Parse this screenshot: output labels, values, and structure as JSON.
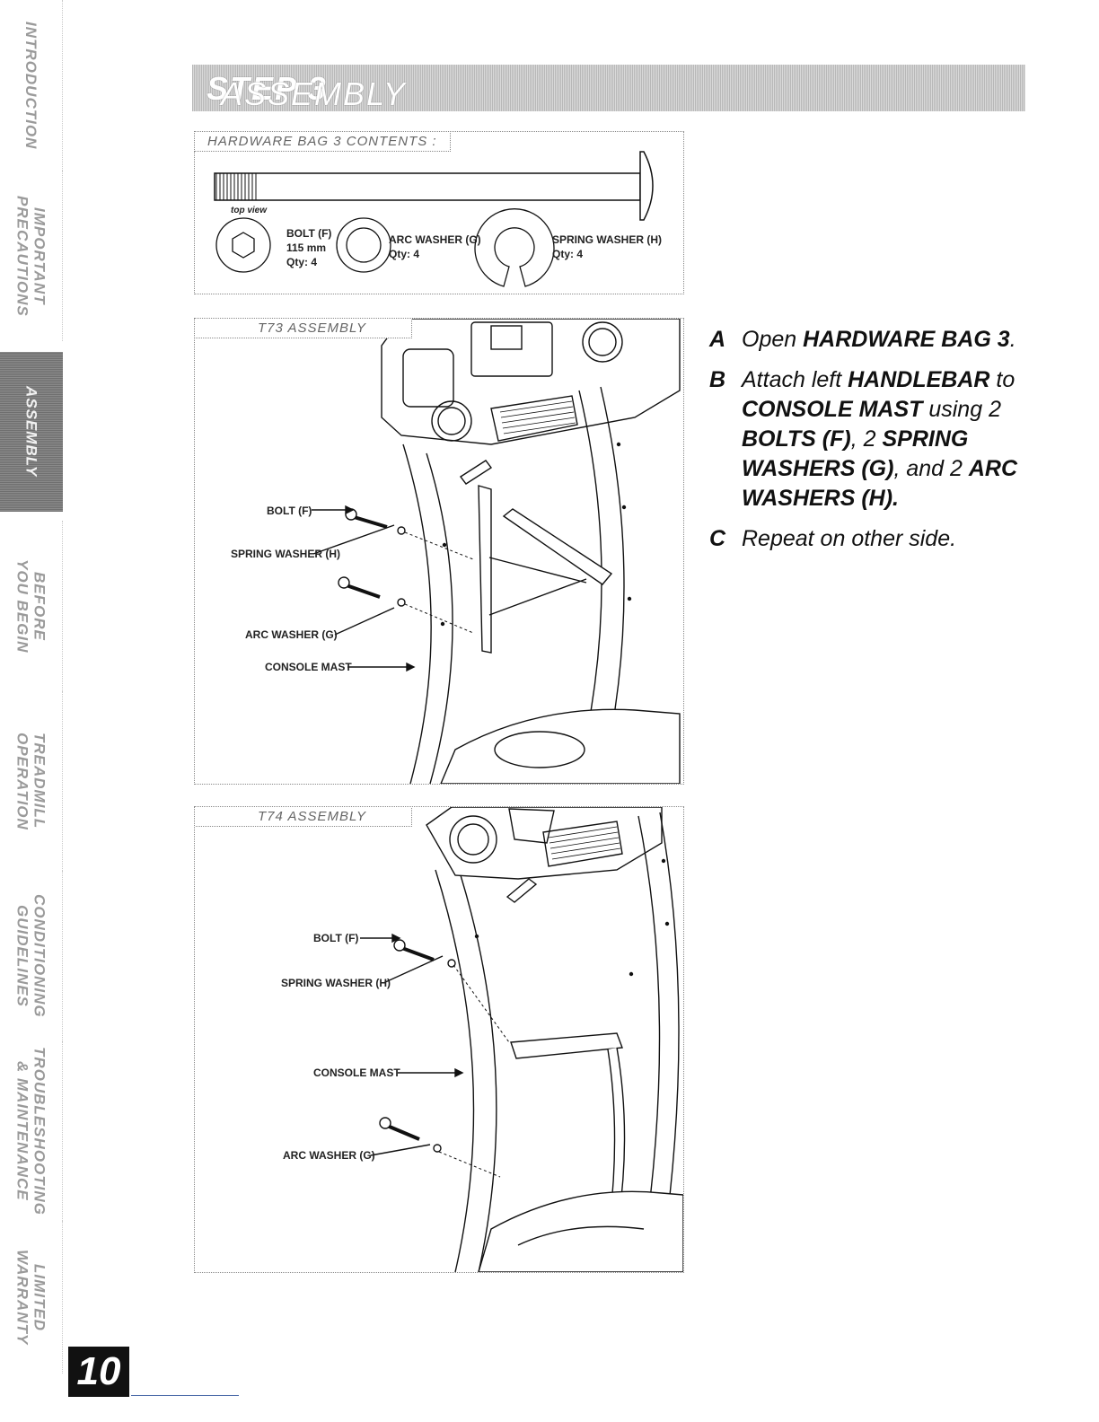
{
  "nav": {
    "tabs": [
      {
        "label": "INTRODUCTION",
        "active": false
      },
      {
        "label": "IMPORTANT\nPRECAUTIONS",
        "active": false
      },
      {
        "label": "ASSEMBLY",
        "active": true
      },
      {
        "label": "BEFORE\nYOU BEGIN",
        "active": false
      },
      {
        "label": "TREADMILL\nOPERATION",
        "active": false
      },
      {
        "label": "CONDITIONING\nGUIDELINES",
        "active": false
      },
      {
        "label": "TROUBLESHOOTING\n& MAINTENANCE",
        "active": false
      },
      {
        "label": "LIMITED\nWARRANTY",
        "active": false
      }
    ]
  },
  "page_number": "10",
  "title": {
    "part1": "ASSEMBLY",
    "part2": "STEP 3"
  },
  "hardware": {
    "label": "HARDWARE BAG 3 CONTENTS :",
    "top_view": "top view",
    "bolt_name": "BOLT (F)",
    "bolt_size": "115 mm",
    "bolt_qty": "Qty: 4",
    "arc_name": "ARC WASHER (G)",
    "arc_qty": "Qty: 4",
    "spring_name": "SPRING WASHER (H)",
    "spring_qty": "Qty: 4"
  },
  "t73": {
    "label": "T73 ASSEMBLY",
    "callouts": {
      "bolt": "BOLT (F)",
      "spring": "SPRING WASHER (H)",
      "arc": "ARC WASHER (G)",
      "mast": "CONSOLE MAST"
    }
  },
  "t74": {
    "label": "T74 ASSEMBLY",
    "callouts": {
      "bolt": "BOLT (F)",
      "spring": "SPRING WASHER (H)",
      "mast": "CONSOLE MAST",
      "arc": "ARC WASHER (G)"
    }
  },
  "steps": {
    "a": {
      "letter": "A",
      "t1": "Open ",
      "b1": "HARDWARE BAG 3",
      "t2": "."
    },
    "b": {
      "letter": "B",
      "t1": "Attach left ",
      "b1": "HANDLEBAR",
      "t2": " to ",
      "b2": "CONSOLE MAST",
      "t3": " using 2 ",
      "b3": "BOLTS (F)",
      "t4": ", 2 ",
      "b4": "SPRING WASHERS (G)",
      "t5": ", and 2 ",
      "b5": "ARC WASHERS (H).",
      "t6": ""
    },
    "c": {
      "letter": "C",
      "t1": "Repeat on other side."
    }
  }
}
